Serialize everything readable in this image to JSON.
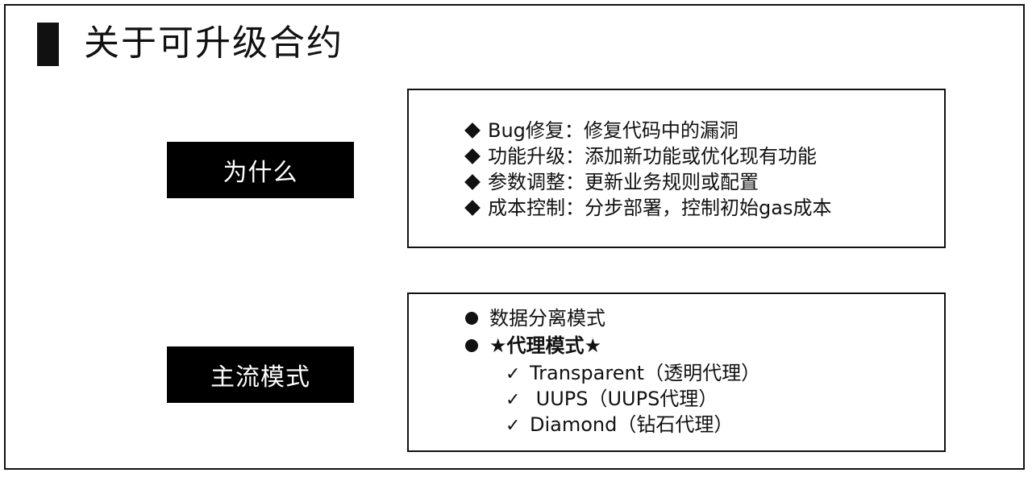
{
  "title": "关于可升级合约",
  "sections": {
    "why": {
      "label": "为什么",
      "items": [
        "Bug修复：修复代码中的漏洞",
        "功能升级：添加新功能或优化现有功能",
        "参数调整：更新业务规则或配置",
        "成本控制：分步部署，控制初始gas成本"
      ]
    },
    "modes": {
      "label": "主流模式",
      "items": [
        "数据分离模式",
        "★代理模式★"
      ],
      "subitems": [
        "Transparent（透明代理）",
        " UUPS（UUPS代理）",
        "Diamond（钻石代理）"
      ]
    }
  }
}
